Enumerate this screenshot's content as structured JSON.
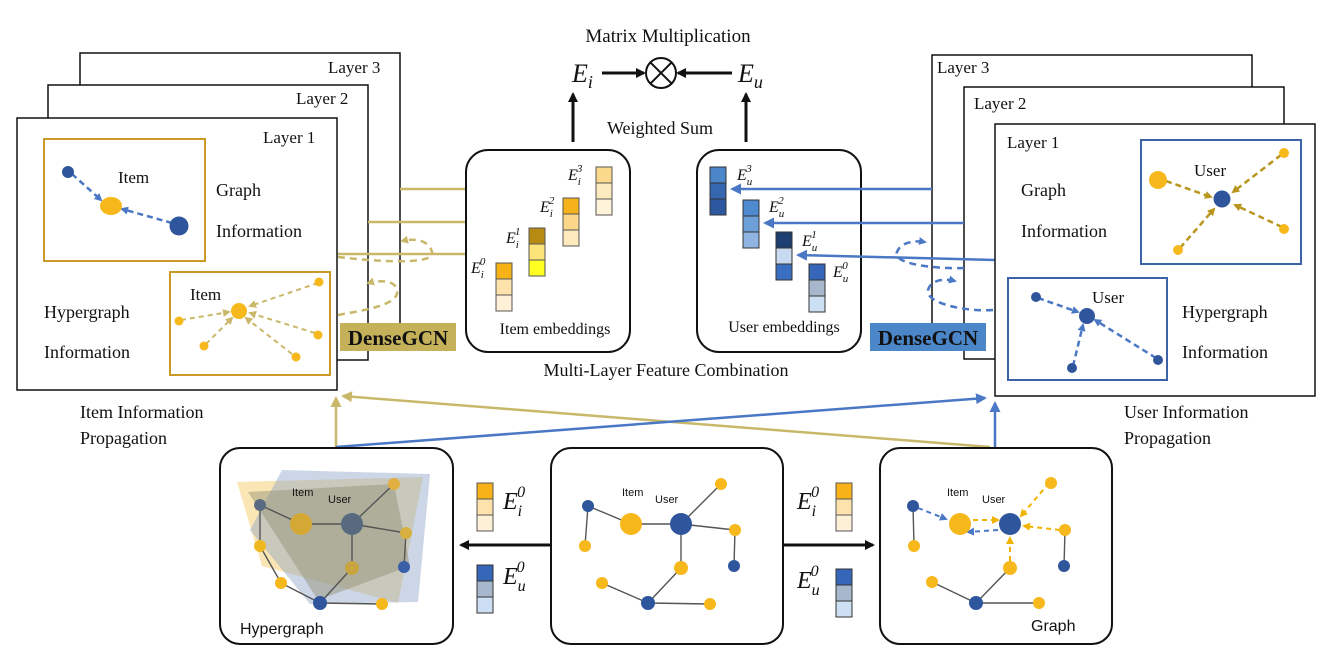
{
  "title": "Matrix Multiplication",
  "weighted_sum": "Weighted Sum",
  "combination_label": "Multi-Layer Feature Combination",
  "item_embeddings_label": "Item embeddings",
  "user_embeddings_label": "User embeddings",
  "dense_gcn": "DenseGCN",
  "layers": {
    "l1": "Layer 1",
    "l2": "Layer 2",
    "l3": "Layer 3"
  },
  "item_side": {
    "graph_node": "Item",
    "hyper_node": "Item",
    "graph_info_1": "Graph",
    "graph_info_2": "Information",
    "hyper_info_1": "Hypergraph",
    "hyper_info_2": "Information",
    "propagation_1": "Item Information",
    "propagation_2": "Propagation"
  },
  "user_side": {
    "graph_node": "User",
    "hyper_node": "User",
    "graph_info_1": "Graph",
    "graph_info_2": "Information",
    "hyper_info_1": "Hypergraph",
    "hyper_info_2": "Information",
    "propagation_1": "User Information",
    "propagation_2": "Propagation"
  },
  "symbols": {
    "E": "E",
    "i": "i",
    "u": "u",
    "sup0": "0",
    "sup1": "1",
    "sup2": "2",
    "sup3": "3"
  },
  "bottom": {
    "hypergraph_label": "Hypergraph",
    "graph_label": "Graph",
    "item_label": "Item",
    "user_label": "User"
  },
  "colors": {
    "item_line": "#c9b86a",
    "user_line": "#4a78c4",
    "item_node": "#f6b81b",
    "user_node": "#2f569c",
    "item_frame": "#c99a25",
    "user_frame": "#3d62a8",
    "dense_item_bg": "#c4b15a",
    "dense_user_bg": "#4a86c8"
  }
}
